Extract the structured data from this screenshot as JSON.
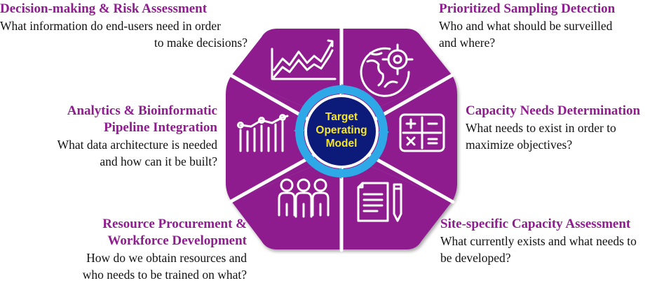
{
  "center": {
    "lines": [
      "Target",
      "Operating",
      "Model"
    ],
    "fill_color": "#0c1a7a",
    "text_color": "#f5e62a",
    "ring_color": "#2ea8e6"
  },
  "hexagon": {
    "segment_color": "#8f1d8f",
    "border_color": "#ffffff",
    "icon_color": "#ffffff"
  },
  "segments": {
    "decision": {
      "title": "Decision-making & Risk Assessment",
      "question_lines": [
        "What information do end-users need in order",
        "to make decisions?"
      ],
      "icon": "line-chart-icon"
    },
    "sampling": {
      "title": "Prioritized Sampling Detection",
      "question_lines": [
        "Who and what should be surveilled",
        "and where?"
      ],
      "icon": "globe-target-icon"
    },
    "analytics": {
      "title_lines": [
        "Analytics & Bioinformatic",
        "Pipeline Integration"
      ],
      "question_lines": [
        "What data architecture is needed",
        "and how can it be built?"
      ],
      "icon": "bar-chart-icon"
    },
    "capacity": {
      "title": "Capacity Needs Determination",
      "question_lines": [
        "What needs to exist in order to",
        "maximize objectives?"
      ],
      "icon": "calculator-icon"
    },
    "resource": {
      "title_lines": [
        "Resource Procurement &",
        "Workforce Development"
      ],
      "question_lines": [
        "How do we obtain resources and",
        "who needs to be trained on what?"
      ],
      "icon": "people-icon"
    },
    "site": {
      "title": "Site-specific Capacity Assessment",
      "question_lines": [
        "What currently exists and what needs to",
        "be developed?"
      ],
      "icon": "document-pencil-icon"
    }
  }
}
